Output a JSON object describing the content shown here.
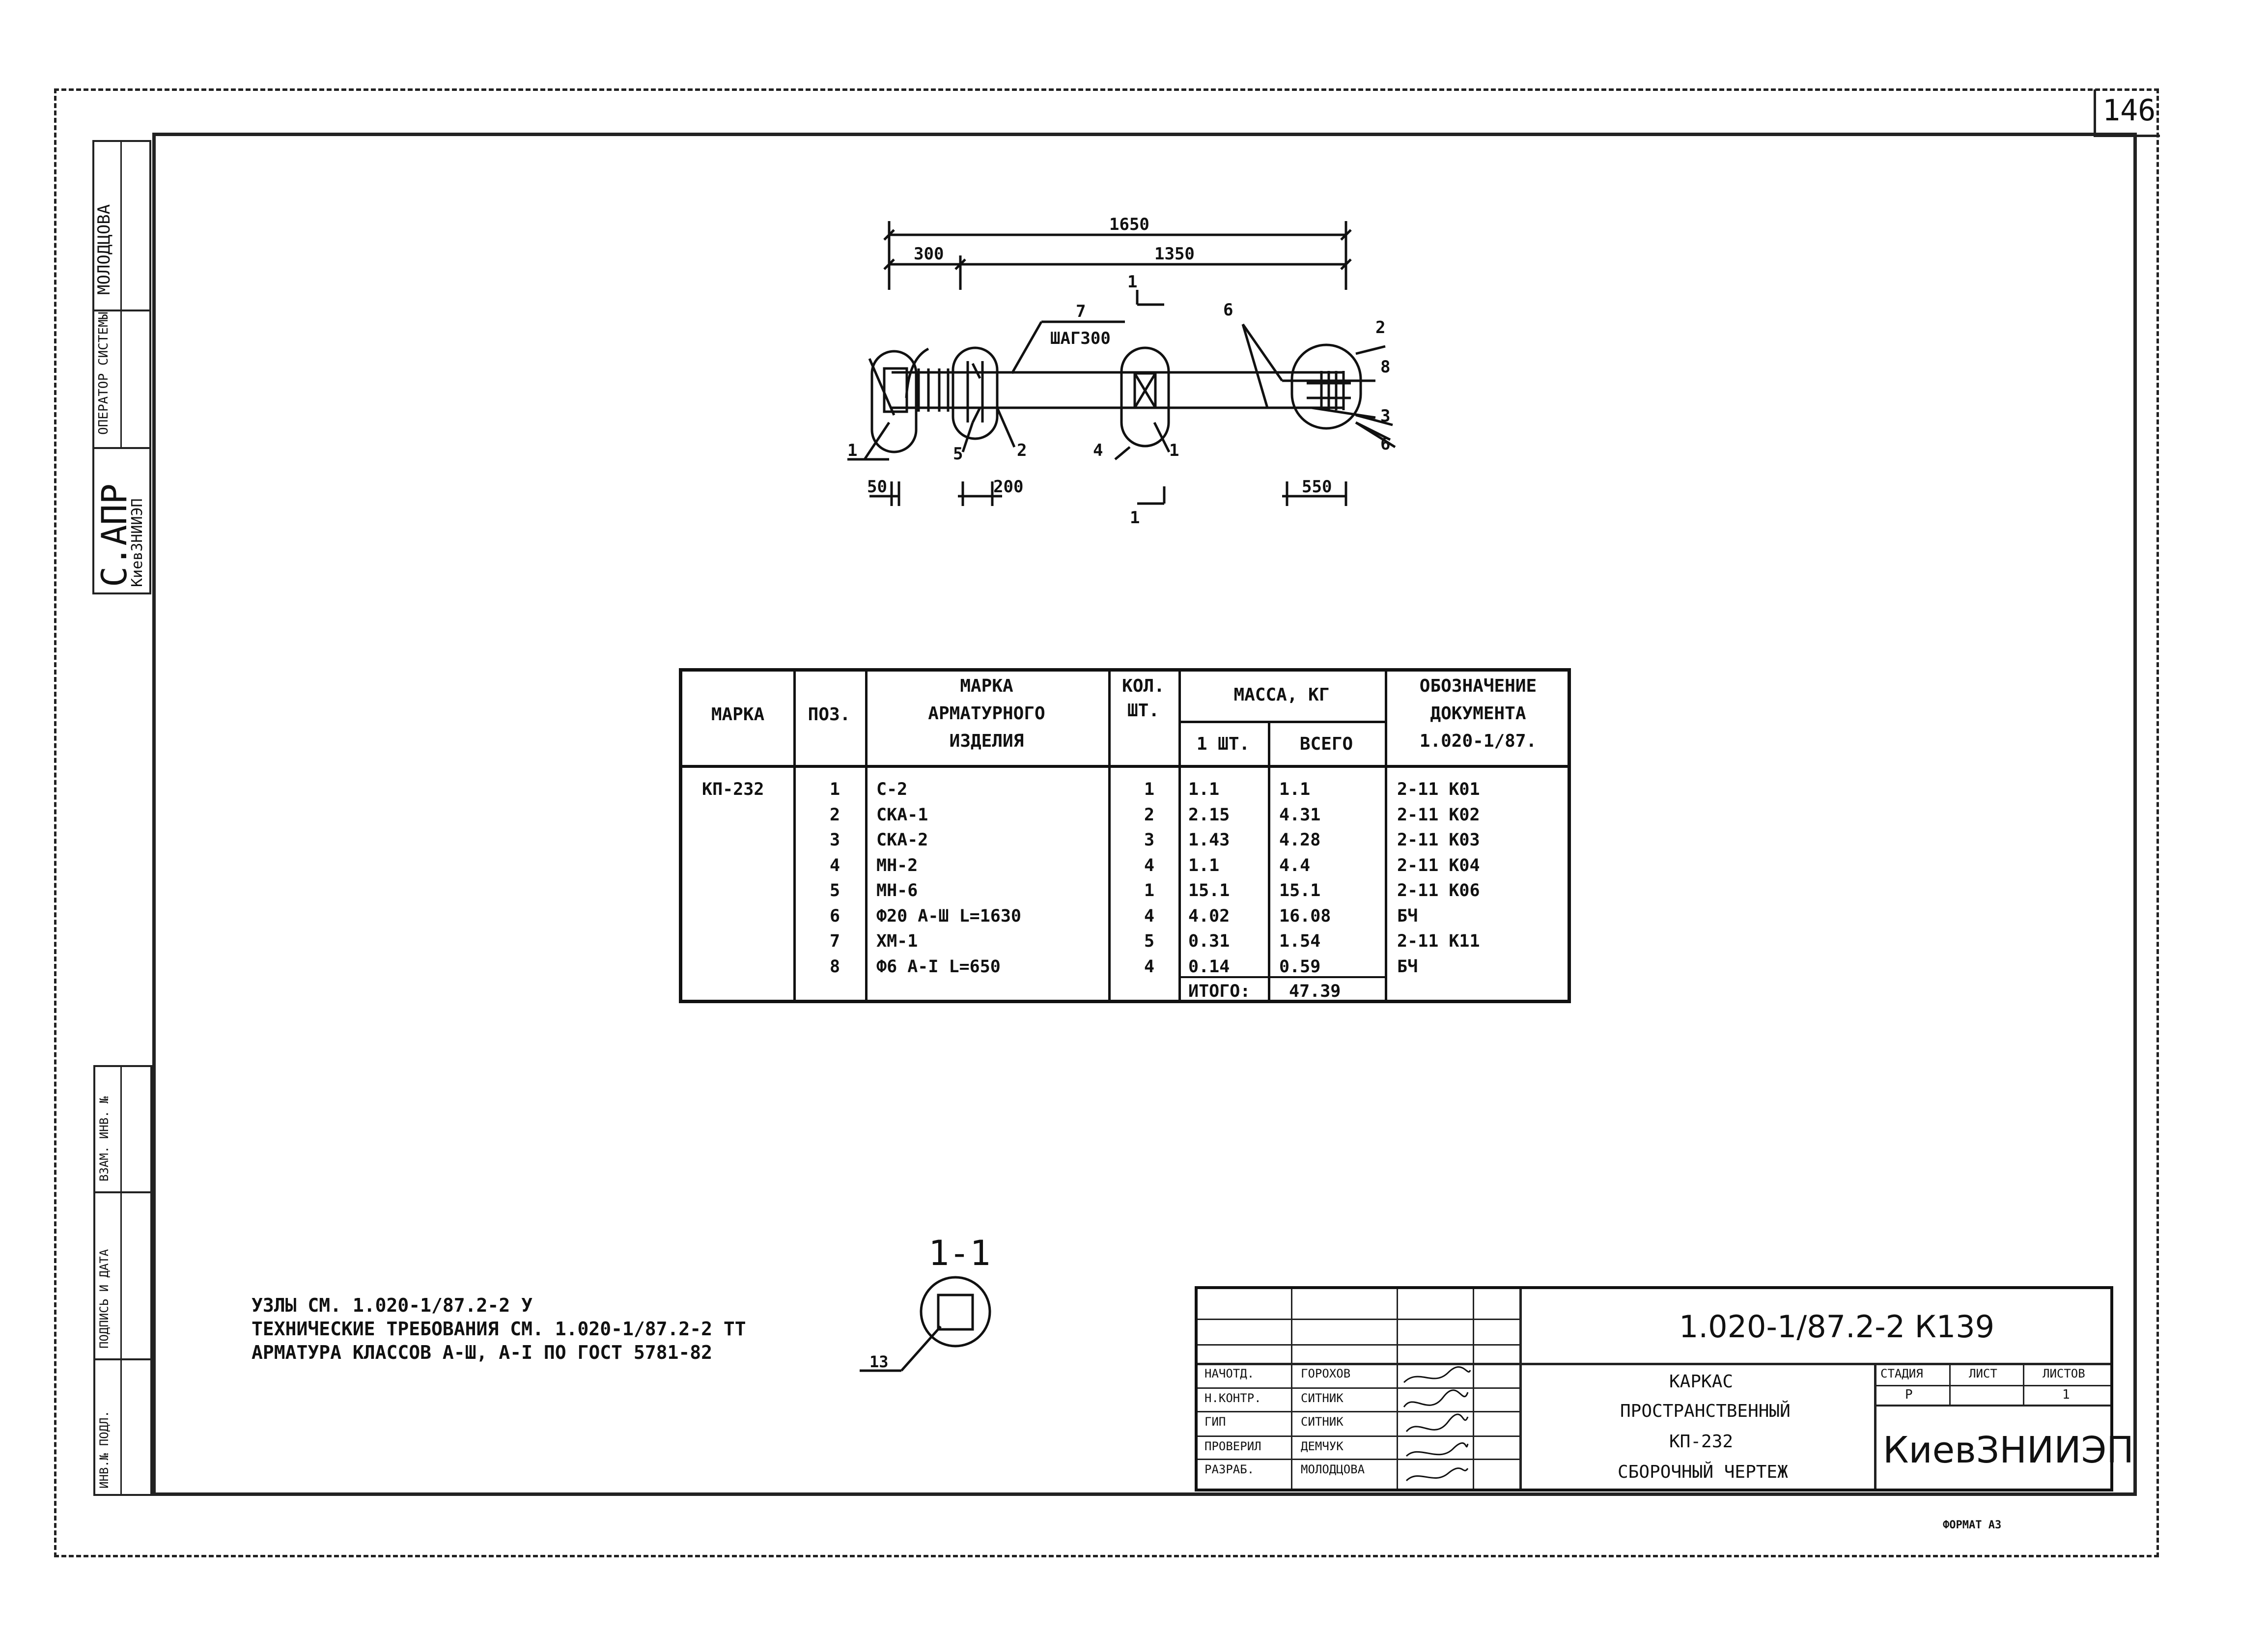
{
  "sheet_number": "146",
  "side_stamp": {
    "sapr": "С.АПР",
    "org_small": "КиевЗНИИЭП",
    "operator": "ОПЕРАТОР СИСТЕМЫ",
    "name": "МОЛОДЦОВА"
  },
  "side_columns": [
    "ИНВ.№ ПОДЛ.",
    "ПОДПИСЬ И ДАТА",
    "ВЗАМ. ИНВ. №"
  ],
  "drawing": {
    "dims": [
      "1650",
      "300",
      "1350",
      "50",
      "200",
      "550"
    ],
    "step_label": "ШАГ300",
    "section_mark": "1",
    "positions": [
      "1",
      "2",
      "3",
      "4",
      "5",
      "6",
      "7",
      "8"
    ]
  },
  "spec_table": {
    "headers": {
      "mark": "МАРКА",
      "pos": "ПОЗ.",
      "item_mark": [
        "МАРКА",
        "АРМАТУРНОГО",
        "ИЗДЕЛИЯ"
      ],
      "qty": [
        "КОЛ.",
        "ШТ."
      ],
      "mass": "МАССА, КГ",
      "mass_one": "1 ШТ.",
      "mass_total": "ВСЕГО",
      "doc": [
        "ОБОЗНАЧЕНИЕ",
        "ДОКУМЕНТА",
        "1.020-1/87."
      ]
    },
    "mark_value": "КП-232",
    "rows": [
      {
        "pos": "1",
        "item": "С-2",
        "qty": "1",
        "one": "1.1",
        "total": "1.1",
        "doc": "2-11 К01"
      },
      {
        "pos": "2",
        "item": "СКА-1",
        "qty": "2",
        "one": "2.15",
        "total": "4.31",
        "doc": "2-11 К02"
      },
      {
        "pos": "3",
        "item": "СКА-2",
        "qty": "3",
        "one": "1.43",
        "total": "4.28",
        "doc": "2-11 К03"
      },
      {
        "pos": "4",
        "item": "МН-2",
        "qty": "4",
        "one": "1.1",
        "total": "4.4",
        "doc": "2-11 К04"
      },
      {
        "pos": "5",
        "item": "МН-6",
        "qty": "1",
        "one": "15.1",
        "total": "15.1",
        "doc": "2-11 К06"
      },
      {
        "pos": "6",
        "item": "Ф20 А-Ш L=1630",
        "qty": "4",
        "one": "4.02",
        "total": "16.08",
        "doc": "БЧ"
      },
      {
        "pos": "7",
        "item": "ХМ-1",
        "qty": "5",
        "one": "0.31",
        "total": "1.54",
        "doc": "2-11 К11"
      },
      {
        "pos": "8",
        "item": "Ф6 А-I L=650",
        "qty": "4",
        "one": "0.14",
        "total": "0.59",
        "doc": "БЧ"
      }
    ],
    "total_label": "ИТОГО:",
    "total_value": "47.39"
  },
  "section": {
    "title": "1-1",
    "leader_num": "13"
  },
  "notes": [
    "УЗЛЫ СМ. 1.020-1/87.2-2 У",
    "ТЕХНИЧЕСКИЕ ТРЕБОВАНИЯ СМ. 1.020-1/87.2-2 ТТ",
    "АРМАТУРА КЛАССОВ А-Ш, А-I ПО ГОСТ 5781-82"
  ],
  "title_block": {
    "doc_code": "1.020-1/87.2-2  К139",
    "roles": [
      {
        "role": "НАЧОТД.",
        "name": "ГОРОХОВ"
      },
      {
        "role": "Н.КОНТР.",
        "name": "СИТНИК"
      },
      {
        "role": "ГИП",
        "name": "СИТНИК"
      },
      {
        "role": "ПРОВЕРИЛ",
        "name": "ДЕМЧУК"
      },
      {
        "role": "РАЗРАБ.",
        "name": "МОЛОДЦОВА"
      }
    ],
    "title_lines": [
      "КАРКАС",
      "ПРОСТРАНСТВЕННЫЙ",
      "КП-232",
      "СБОРОЧНЫЙ ЧЕРТЕЖ"
    ],
    "stage_label": "СТАДИЯ",
    "sheet_label": "ЛИСТ",
    "sheets_label": "ЛИСТОВ",
    "stage_value": "Р",
    "sheets_value": "1",
    "org": "КиевЗНИИЭП"
  },
  "format_label": "ФОРМАТ А3"
}
